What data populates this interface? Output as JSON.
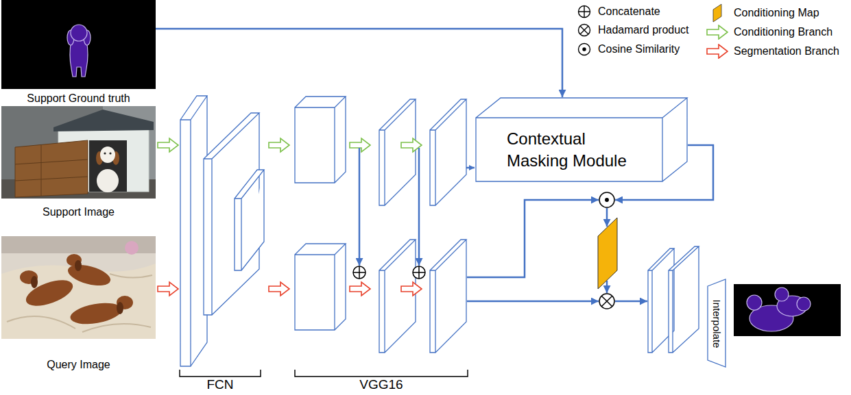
{
  "diagram": {
    "nodes": [
      {
        "text": [
          "Support Ground truth"
        ]
      },
      {
        "text": [
          "Support Image"
        ]
      },
      {
        "text": [
          "Query Image"
        ]
      },
      {
        "text": [
          "Contextual Masking Module"
        ]
      },
      {
        "text": [
          "Interpolate"
        ]
      }
    ],
    "edges": [
      {
        "from": 0,
        "to": 3,
        "arrow": "to"
      }
    ],
    "labels": [
      "FCN",
      "VGG16"
    ],
    "legend": [
      {
        "text": "Concatenate"
      },
      {
        "text": "Hadamard product"
      },
      {
        "text": "Cosine Similarity"
      },
      {
        "text": "Conditioning Map",
        "color": "#f5b30a"
      },
      {
        "text": "Conditioning Branch"
      },
      {
        "text": "Segmentation Branch"
      }
    ]
  }
}
